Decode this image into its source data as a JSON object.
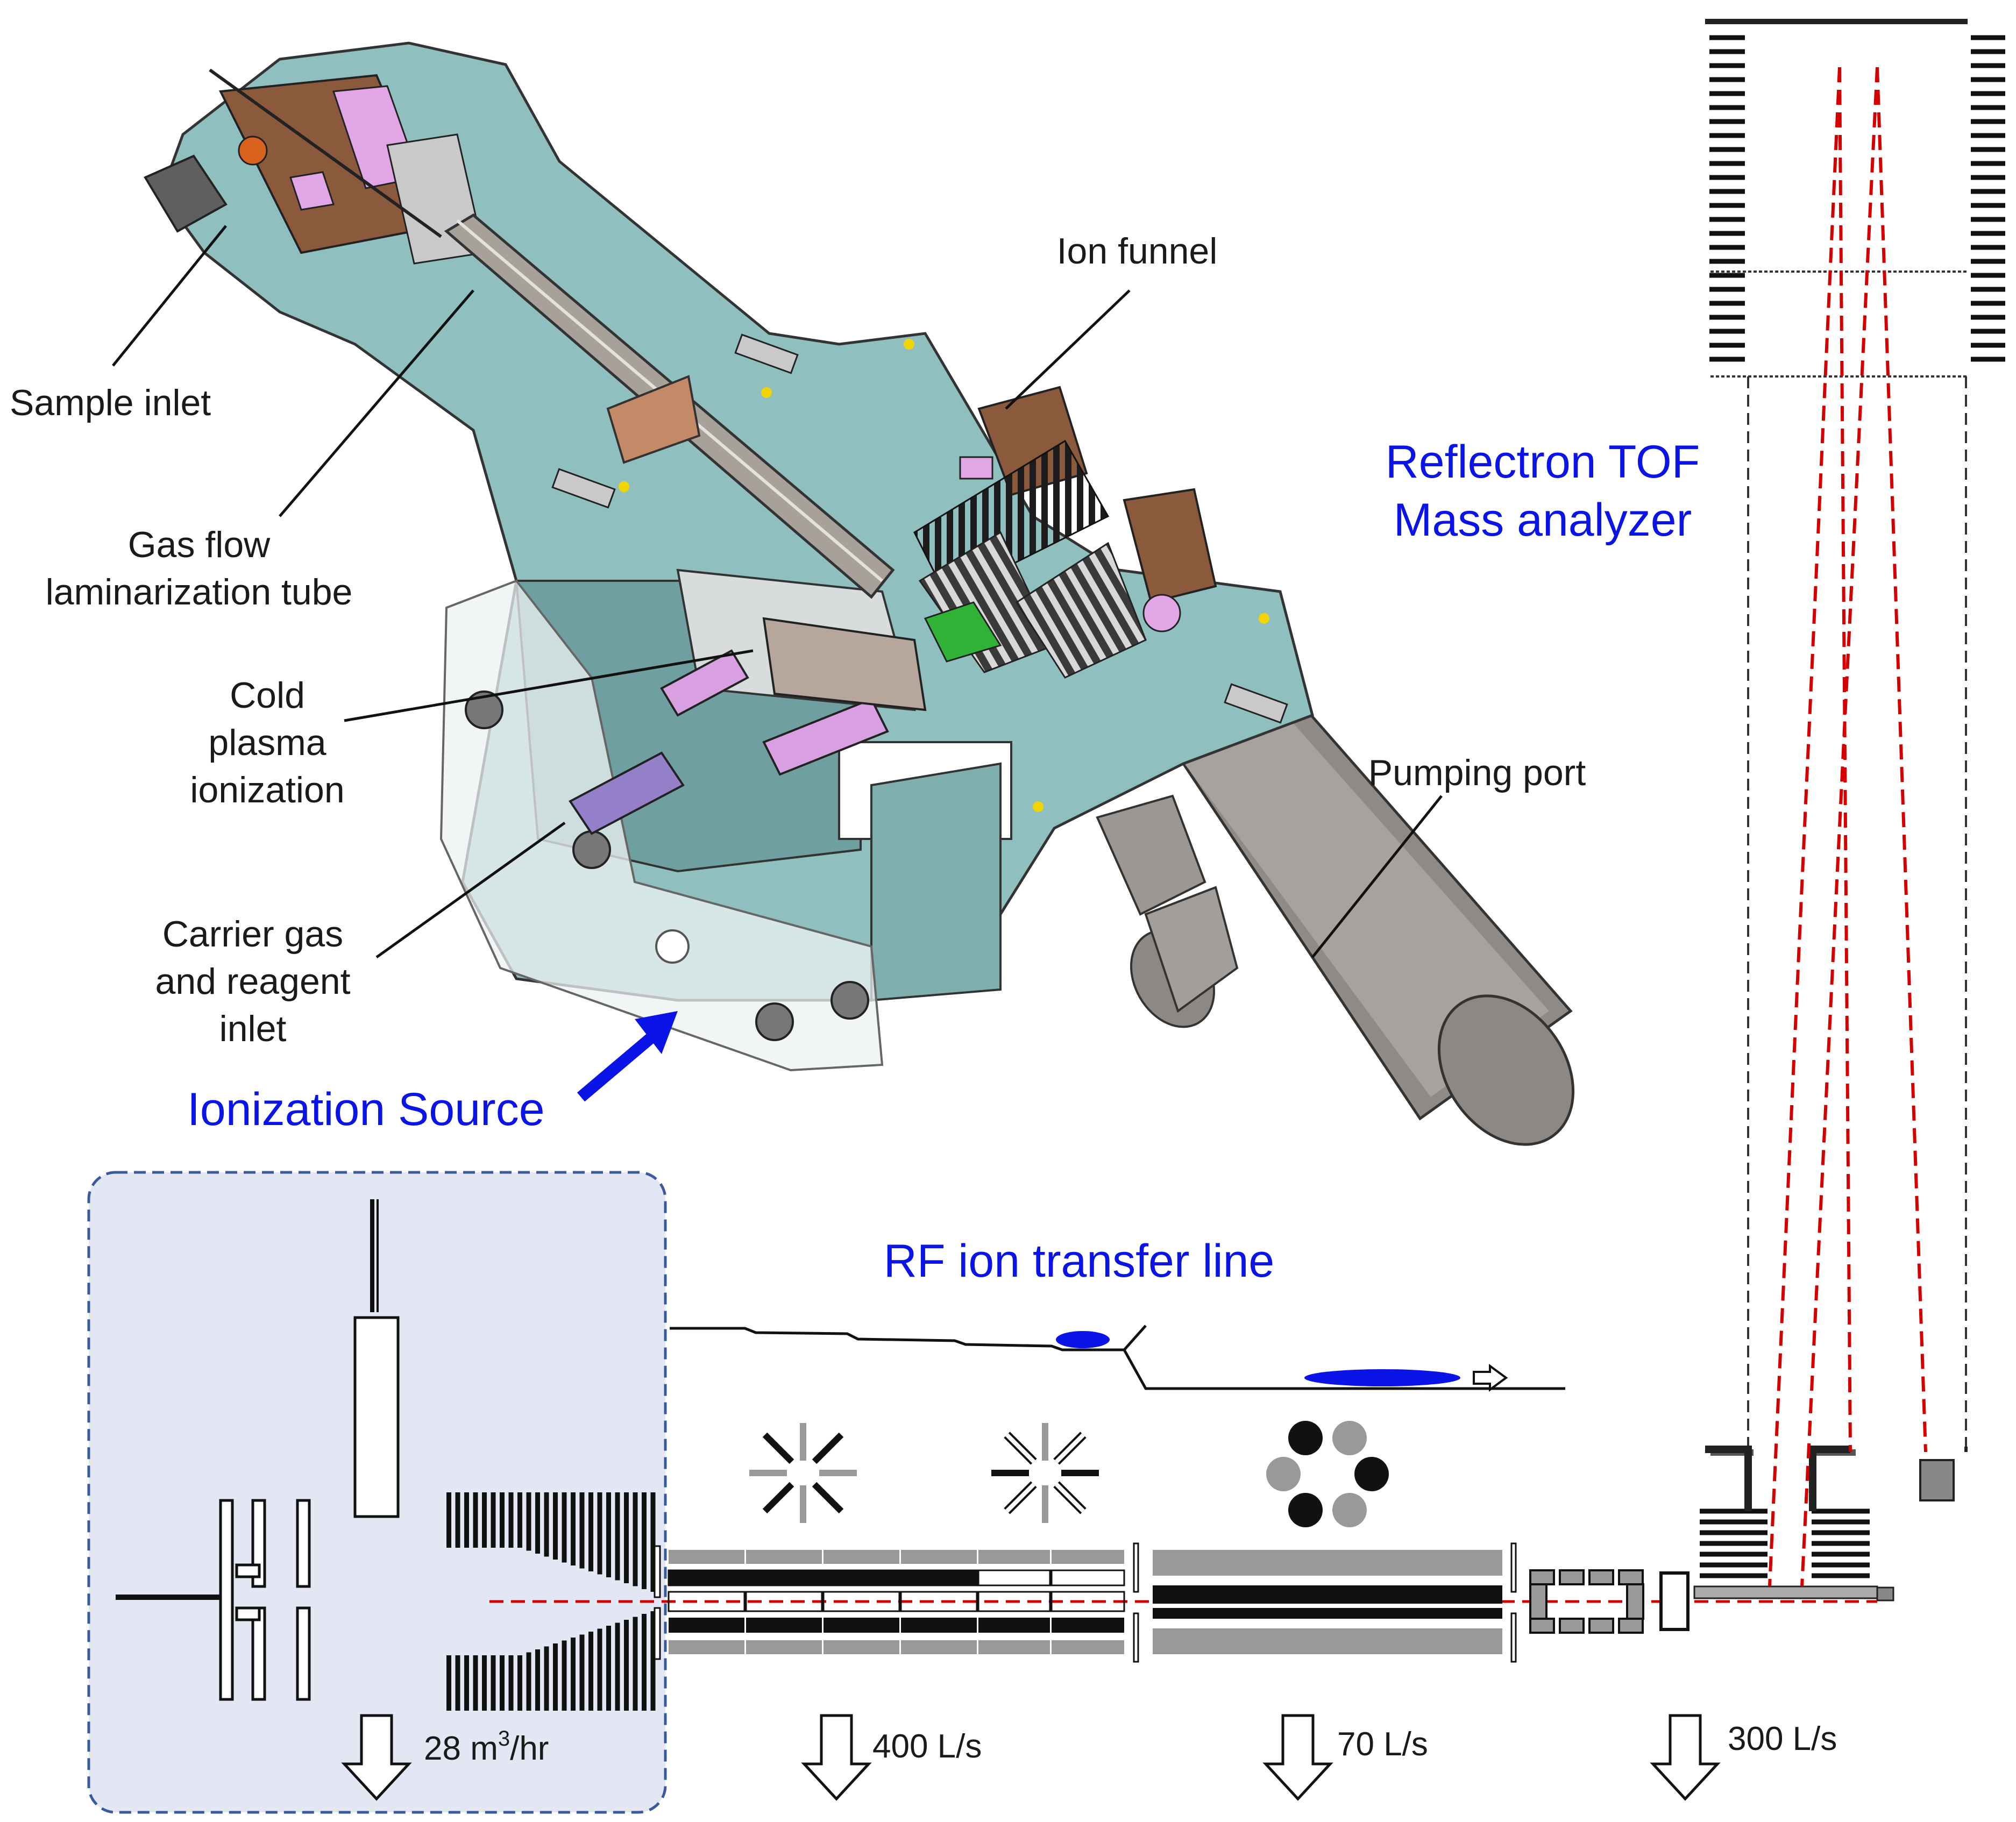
{
  "labels": {
    "sample_inlet": "Sample inlet",
    "gas_flow_1": "Gas flow",
    "gas_flow_2": "laminarization tube",
    "cold_1": "Cold",
    "cold_2": "plasma",
    "cold_3": "ionization",
    "carrier_1": "Carrier gas",
    "carrier_2": "and reagent",
    "carrier_3": "inlet",
    "ion_funnel": "Ion funnel",
    "pumping_port": "Pumping port",
    "reflectron_1": "Reflectron TOF",
    "reflectron_2": "Mass analyzer",
    "ionization_source": "Ionization Source",
    "rf_line": "RF ion transfer line"
  },
  "pumping": {
    "p1_num": "28 m",
    "p1_sup": "3",
    "p1_unit": "/hr",
    "p2": "400 L/s",
    "p3": "70 L/s",
    "p4": "300 L/s"
  },
  "colors": {
    "housing": "#8fbfbf",
    "housing_dark": "#6f9fa0",
    "copper": "#8b5a3c",
    "pink": "#e0a6e6",
    "grey_pipe": "#9a9590",
    "label_blue": "#0a14e6",
    "beam_red": "#d40000",
    "source_panel": "#e3e7f4",
    "panel_border": "#3a5aa0"
  }
}
